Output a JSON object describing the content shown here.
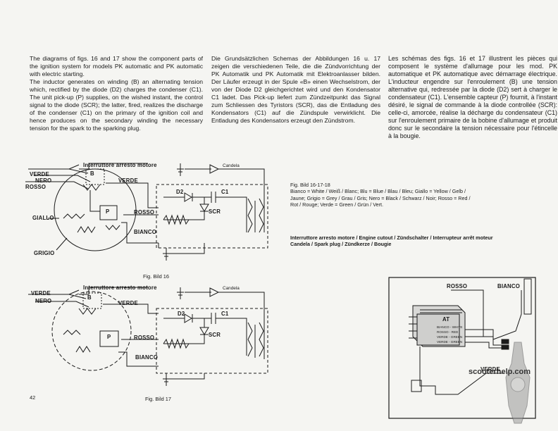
{
  "text_columns": {
    "english": "The diagrams of figs. 16 and 17 show the component parts of the ignition system for models PK automatic and PK automatic with electric starting.\nThe inductor generates on winding (B) an alternating tension which, rectified by the diode (D2) charges the condenser (C1). The unit pick-up (P) supplies, on the wished instant, the control signal to the diode (SCR); the latter, fired, realizes the discharge of the condenser (C1) on the primary of the ignition coil and hence produces on the secondary winding the necessary tension for the spark to the sparking plug.",
    "german": "Die Grundsätzlichen Schemas der Abbildungen 16 u. 17 zeigen die verschiedenen Teile, die die Zündvorrichtung der PK Automatik und PK Automatik mit Elektroanlasser bilden. Der Läufer erzeugt in der Spule «B» einen Wechselstrom, der von der Diode D2 gleichgerichtet wird und den Kondensator C1 ladet. Das Pick-up liefert zum Zündzeitpunkt das Signal zum Schliessen des Tyristors (SCR), das die Entladung des Kondensators (C1) auf die Zündspule verwirklicht. Die Entladung des Kondensators erzeugt den Zündstrom.",
    "french": "Les schémas des figs. 16 et 17 illustrent les pièces qui composent le système d'allumage pour les mod. PK automatique et PK automatique avec démarrage électrique. L'inducteur engendre sur l'enroulement (B) une tension alternative qui, redressée par la diode (D2) sert à charger le condensateur (C1). L'ensemble capteur (P) fournit, à l'instant désiré, le signal de commande à la diode controllée (SCR): celle-ci, amorcée, réalise la décharge du condensateur (C1) sur l'enroulement primaire de la bobine d'allumage et produit donc sur le secondaire la tension nécessaire pour l'étincelle à la bougie."
  },
  "fig16": {
    "caption": "Fig. Bild 16",
    "labels": {
      "switch": "Interruttore arresto motore",
      "verde_left": "VERDE",
      "nero": "NERO",
      "rosso_left": "ROSSO",
      "giallo": "GIALLO",
      "grigio": "GRIGIO",
      "verde_right": "VERDE",
      "rosso_right": "ROSSO",
      "bianco": "BIANCO",
      "b": "B",
      "p": "P",
      "d2": "D2",
      "c1": "C1",
      "scr": "SCR",
      "candela": "Candela"
    }
  },
  "fig17": {
    "caption": "Fig. Bild 17",
    "labels": {
      "switch": "Interruttore arresto motore",
      "verde_left": "VERDE",
      "nero": "NERO",
      "verde_right": "VERDE",
      "rosso_right": "ROSSO",
      "bianco": "BIANCO",
      "b": "B",
      "p": "P",
      "d2": "D2",
      "c1": "C1",
      "scr": "SCR",
      "candela": "Candela"
    }
  },
  "legend": {
    "title": "Fig. Bild 16-17-18",
    "colors": "Bianco = White / Weiß / Blanc; Blu = Blue / Blau / Bleu; Giallo = Yellow / Gelb / Jaune; Grigio = Grey / Grau / Gris; Nero = Black / Schwarz / Noir; Rosso = Red / Rot / Rouge; Verde = Green / Grün / Vert.",
    "parts": "Interruttore arresto motore / Engine cutout / Zündschalter / Interrupteur arrêt moteur\nCandela / Spark plug / Zündkerze / Bougie"
  },
  "fig18": {
    "rosso": "ROSSO",
    "bianco": "BIANCO",
    "verde": "VERDE",
    "at": "AT",
    "rows": [
      "BIANCO - WHITE",
      "ROSSO - RED",
      "VERDE - GREEN",
      "VERDE - GREEN"
    ]
  },
  "page_number": "42",
  "watermark": "scooterhelp.com"
}
